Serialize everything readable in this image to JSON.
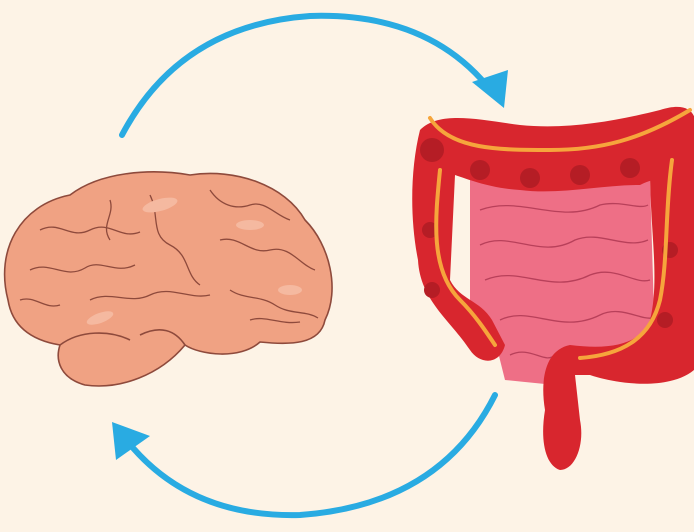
{
  "illustration": {
    "subjects": [
      "brain",
      "large-intestine",
      "small-intestine"
    ],
    "arrows": [
      "brain-to-gut",
      "gut-to-brain"
    ]
  },
  "colors": {
    "background": "#fdf3e6",
    "arrow": "#29abe2",
    "brain_fill": "#f0a283",
    "brain_highlight": "#f5b9a0",
    "brain_outline": "#8e4a3c",
    "colon": "#d8262e",
    "colon_dark": "#b51d25",
    "small_intestine": "#ee6f86",
    "small_intestine_line": "#b8405a",
    "stripe": "#f6a53c"
  }
}
